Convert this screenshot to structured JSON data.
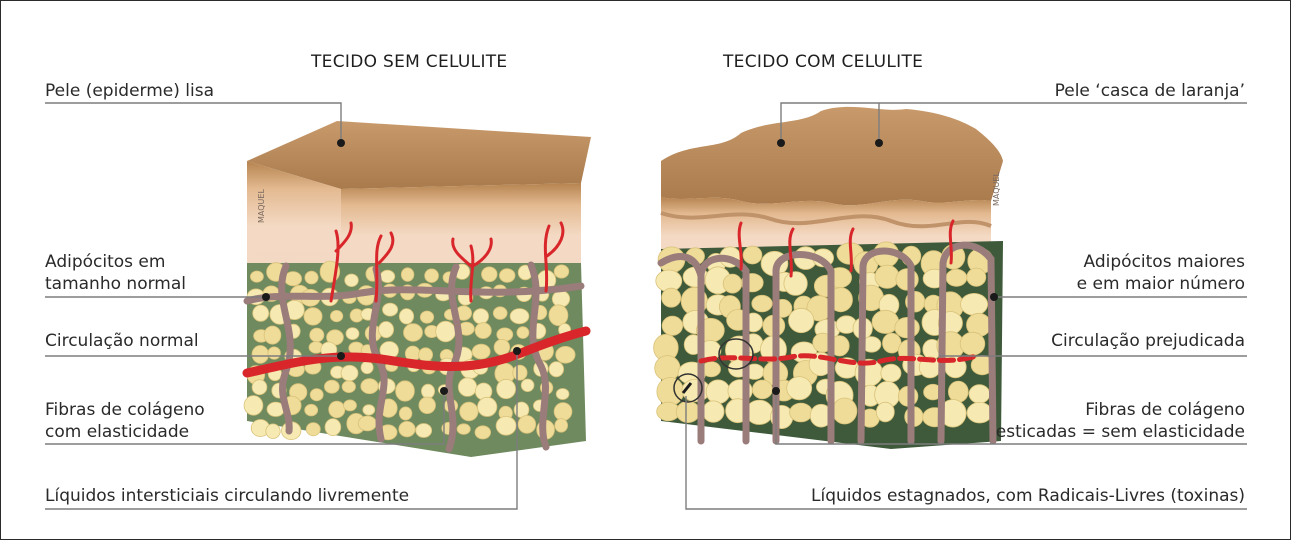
{
  "left": {
    "title": "TECIDO SEM CELULITE",
    "labels": {
      "pele": "Pele (epiderme) lisa",
      "adipocitos_1": "Adipócitos em",
      "adipocitos_2": "tamanho normal",
      "circulacao": "Circulação normal",
      "fibras_1": "Fibras de colágeno",
      "fibras_2": "com elasticidade",
      "liquidos": "Líquidos intersticiais circulando livremente"
    }
  },
  "right": {
    "title": "TECIDO COM CELULITE",
    "labels": {
      "pele": "Pele ‘casca de laranja’",
      "adipocitos_1": "Adipócitos maiores",
      "adipocitos_2": "e em maior número",
      "circulacao": "Circulação prejudicada",
      "fibras_1": "Fibras de colágeno",
      "fibras_2": "esticadas = sem elasticidade",
      "liquidos": "Líquidos estagnados, com Radicais-Livres (toxinas)"
    }
  },
  "signature": "MAQUEL",
  "colors": {
    "skin_top": "#b8875a",
    "skin_mid": "#e9c6a6",
    "dermis": "#f2d9c6",
    "fat": "#f4e6a8",
    "fat_gap": "#6f8a5f",
    "vessel": "#d8262a",
    "fiber": "#9a7c7a"
  }
}
